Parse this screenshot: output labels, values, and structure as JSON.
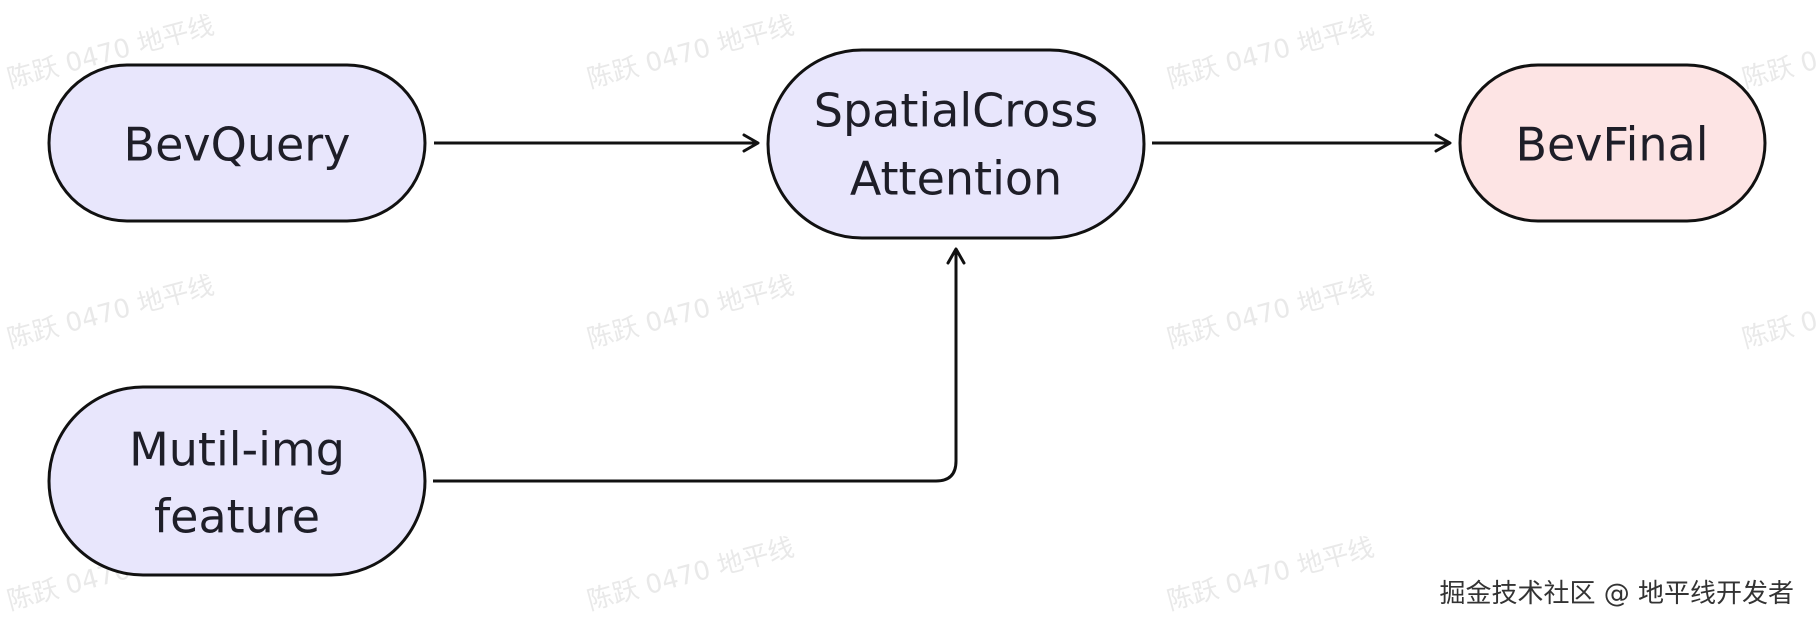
{
  "nodes": {
    "bev_query": {
      "label": "BevQuery",
      "fill": "#e8e6fc"
    },
    "spatial_cross": {
      "line1": "SpatialCross",
      "line2": "Attention",
      "fill": "#e8e6fc"
    },
    "bev_final": {
      "label": "BevFinal",
      "fill": "#fde4e4"
    },
    "multi_img": {
      "line1": "Mutil-img",
      "line2": "feature",
      "fill": "#e8e6fc"
    }
  },
  "colors": {
    "stroke": "#111111"
  },
  "watermark": "陈跃 0470 地平线",
  "footer": "掘金技术社区 @ 地平线开发者"
}
